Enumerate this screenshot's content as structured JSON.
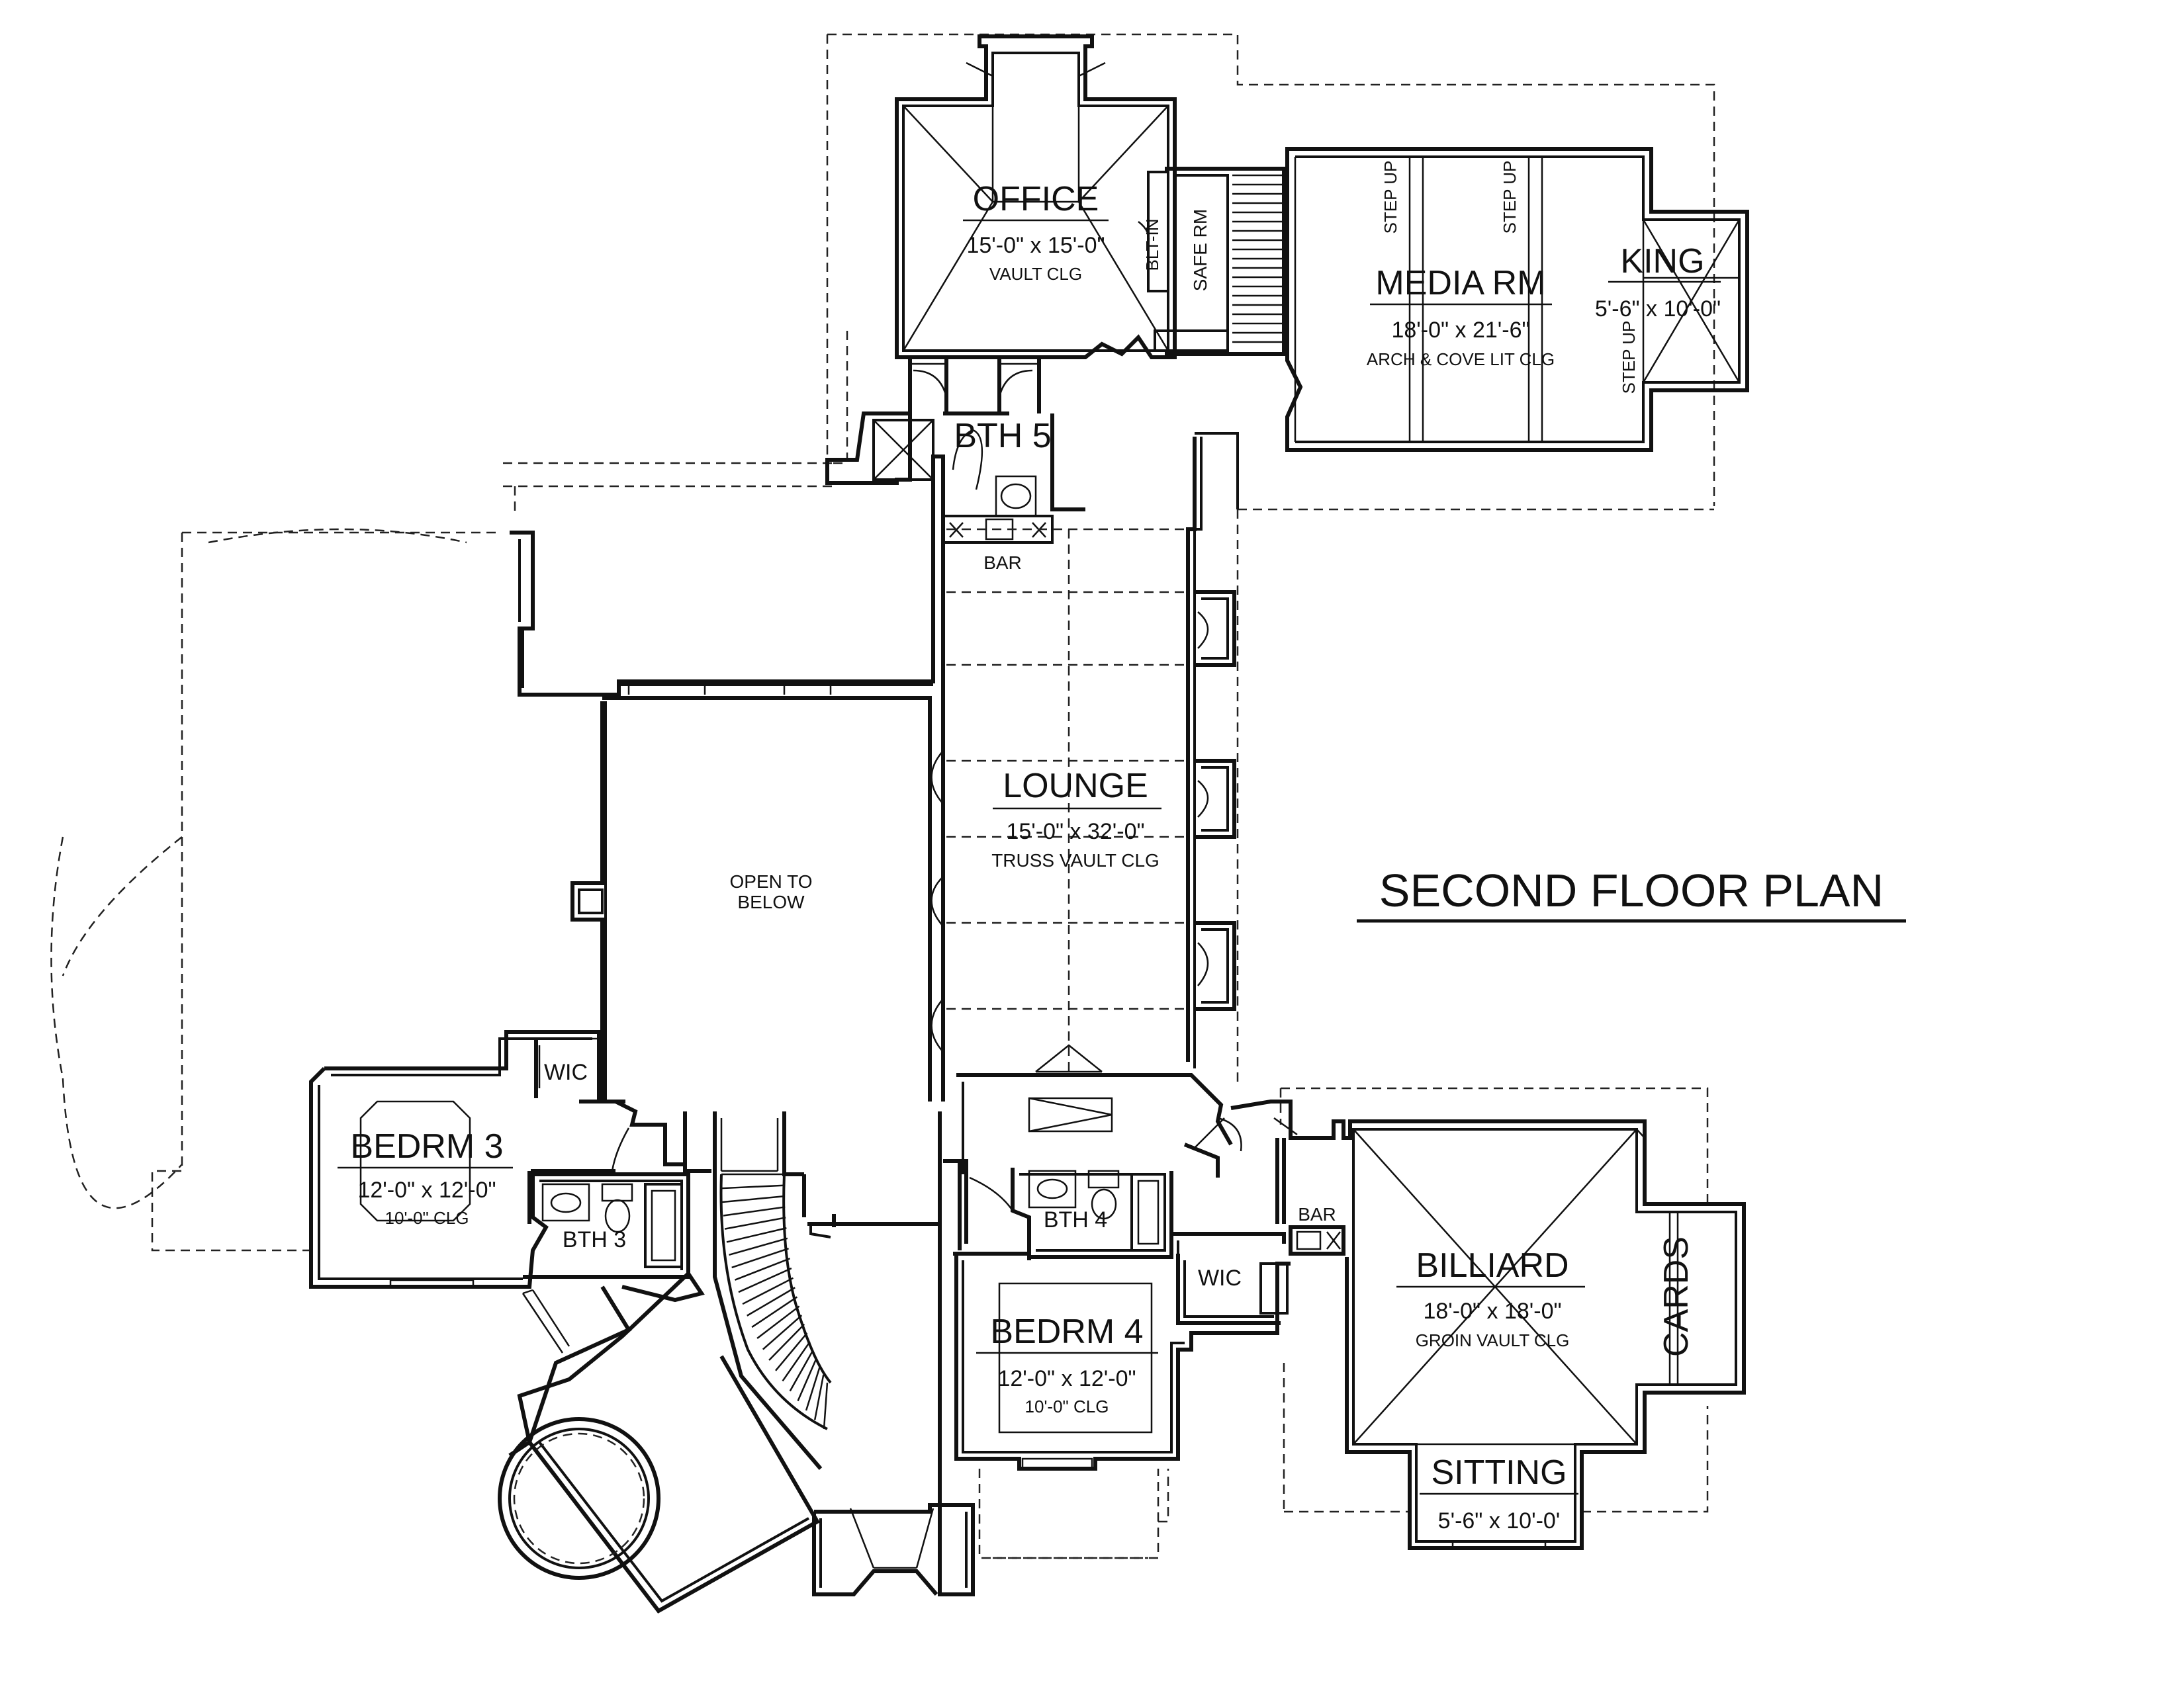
{
  "title": "SECOND FLOOR PLAN",
  "rooms": {
    "office": {
      "name": "OFFICE",
      "dims": "15'-0\" x 15'-0\"",
      "note": "VAULT CLG"
    },
    "safe_rm": {
      "name": "SAFE RM"
    },
    "built_in": {
      "name": "BLT-IN"
    },
    "media_rm": {
      "name": "MEDIA RM",
      "dims": "18'-0\" x 21'-6\"",
      "note": "ARCH & COVE LIT CLG"
    },
    "step_up": {
      "name": "STEP UP"
    },
    "king": {
      "name": "KING",
      "dims": "5'-6\" x 10'-0\""
    },
    "bth5": {
      "name": "BTH 5"
    },
    "bar_upper": {
      "name": "BAR"
    },
    "lounge": {
      "name": "LOUNGE",
      "dims": "15'-0\" x 32'-0\"",
      "note": "TRUSS VAULT CLG"
    },
    "open_to_below": {
      "line1": "OPEN TO",
      "line2": "BELOW"
    },
    "wic3": {
      "name": "WIC"
    },
    "bedrm3": {
      "name": "BEDRM 3",
      "dims": "12'-0\" x 12'-0\"",
      "note": "10'-0\" CLG"
    },
    "bth3": {
      "name": "BTH 3"
    },
    "bth4": {
      "name": "BTH 4"
    },
    "wic4": {
      "name": "WIC"
    },
    "bedrm4": {
      "name": "BEDRM 4",
      "dims": "12'-0\" x 12'-0\"",
      "note": "10'-0\" CLG"
    },
    "bar_lower": {
      "name": "BAR"
    },
    "billiard": {
      "name": "BILLIARD",
      "dims": "18'-0\" x 18'-0\"",
      "note": "GROIN VAULT CLG"
    },
    "cards": {
      "name": "CARDS"
    },
    "sitting": {
      "name": "SITTING",
      "dims": "5'-6\" x 10'-0'"
    }
  }
}
